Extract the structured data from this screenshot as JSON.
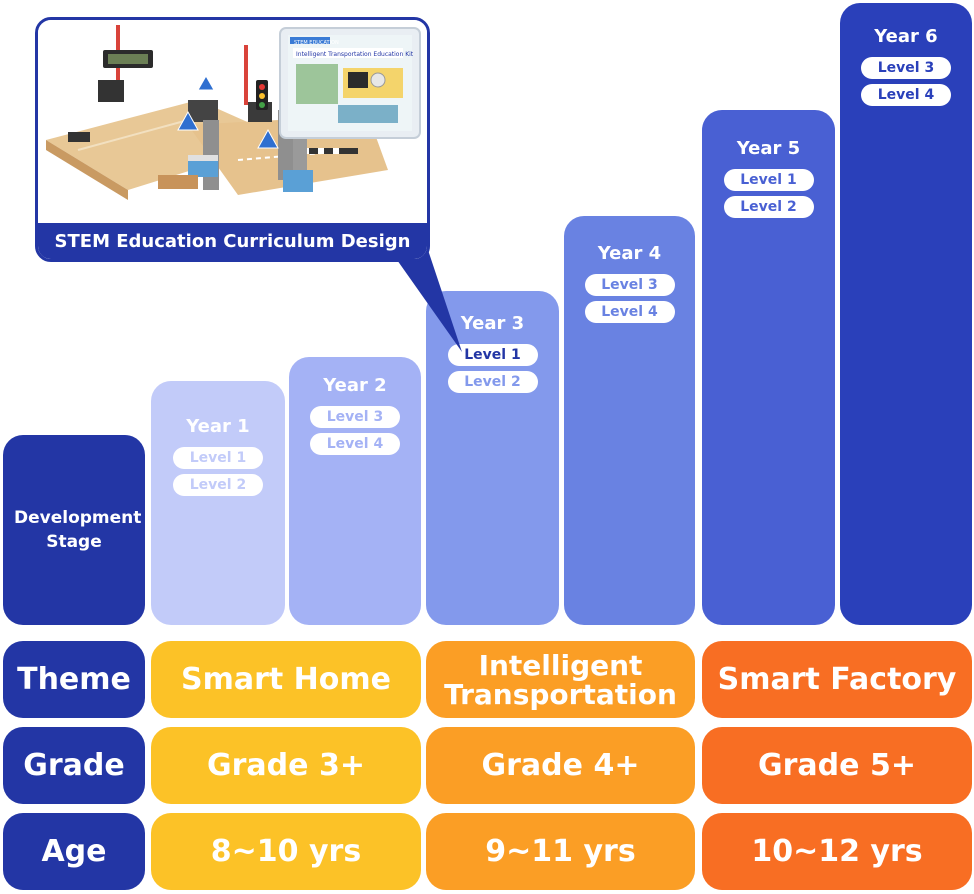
{
  "dev_stage_label": "Development Stage",
  "callout": {
    "caption": "STEM Education Curriculum Design",
    "photo": {
      "package_title": "STEM EDUCATION",
      "package_text": "Intelligent Transportation Education Kit"
    }
  },
  "years": [
    {
      "title": "Year 1",
      "levels": [
        "Level 1",
        "Level 2"
      ],
      "color": "#c2cbf9",
      "text_color": "#ffffff",
      "level_color": "#c2cbf9"
    },
    {
      "title": "Year 2",
      "levels": [
        "Level 3",
        "Level 4"
      ],
      "color": "#a4b2f5",
      "text_color": "#ffffff",
      "level_color": "#a4b2f5"
    },
    {
      "title": "Year 3",
      "levels": [
        "Level 1",
        "Level 2"
      ],
      "color": "#8399ec",
      "text_color": "#ffffff",
      "level_color": "#8399ec"
    },
    {
      "title": "Year 4",
      "levels": [
        "Level 3",
        "Level 4"
      ],
      "color": "#6982e2",
      "text_color": "#ffffff",
      "level_color": "#6982e2"
    },
    {
      "title": "Year 5",
      "levels": [
        "Level 1",
        "Level 2"
      ],
      "color": "#4960d3",
      "text_color": "#ffffff",
      "level_color": "#4960d3"
    },
    {
      "title": "Year 6",
      "levels": [
        "Level 3",
        "Level 4"
      ],
      "color": "#2a40ba",
      "text_color": "#ffffff",
      "level_color": "#2a40ba"
    }
  ],
  "rows": [
    {
      "label": "Theme",
      "values": [
        "Smart Home",
        "Intelligent Transportation",
        "Smart Factory"
      ]
    },
    {
      "label": "Grade",
      "values": [
        "Grade 3+",
        "Grade 4+",
        "Grade 5+"
      ]
    },
    {
      "label": "Age",
      "values": [
        "8~10 yrs",
        "9~11 yrs",
        "10~12 yrs"
      ]
    }
  ],
  "colors": {
    "label_blue": "#2336a5",
    "yellow": "#fcc227",
    "orange": "#fb9e25",
    "red": "#f86e23"
  }
}
